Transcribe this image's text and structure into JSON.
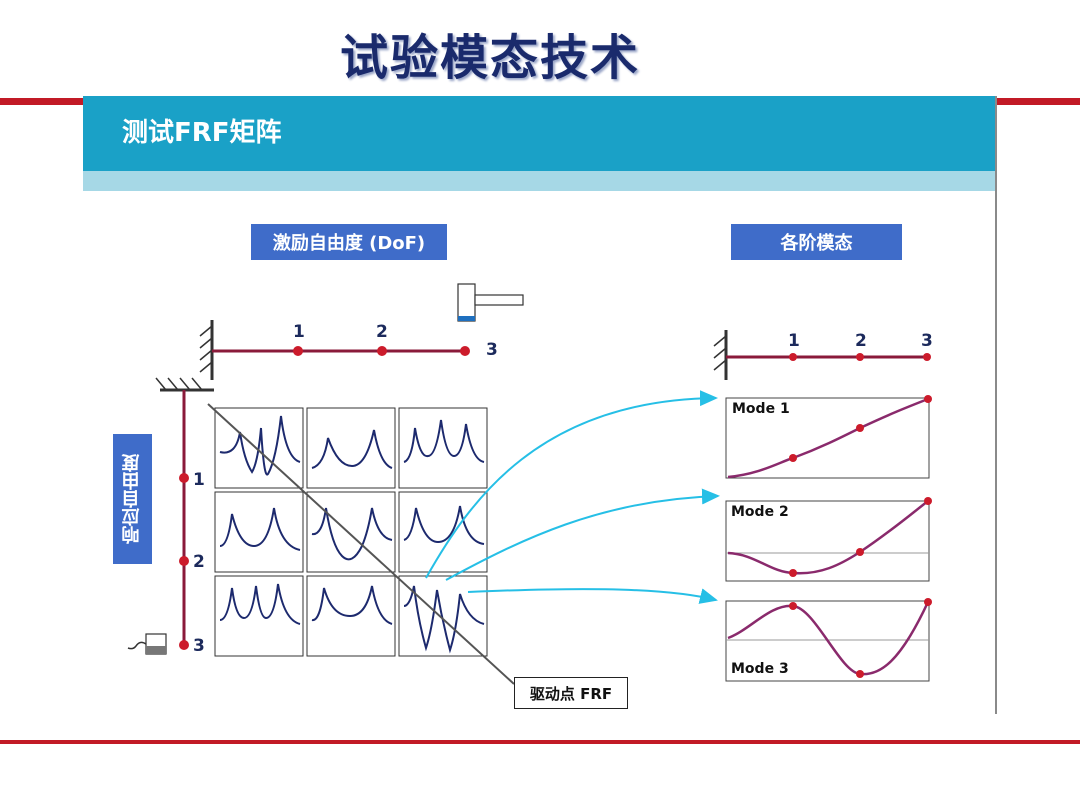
{
  "title": "试验模态技术",
  "subtitle": "测试FRF矩阵",
  "labels": {
    "excitation": "激励自由度 (DoF)",
    "response": "响应自由度",
    "modes": "各阶模态",
    "driving_point": "驱动点 FRF"
  },
  "excitation_dofs": [
    "1",
    "2",
    "3"
  ],
  "response_dofs": [
    "1",
    "2",
    "3"
  ],
  "mode_beam_dofs": [
    "1",
    "2",
    "3"
  ],
  "modes": [
    {
      "label": "Mode 1"
    },
    {
      "label": "Mode 2"
    },
    {
      "label": "Mode 3"
    }
  ],
  "colors": {
    "accent_red": "#c21a26",
    "header_blue": "#1aa1c7",
    "label_blue": "#3f6cc9",
    "frf_curve": "#1d2a6e",
    "mode_curve": "#8a2a6c",
    "arrow": "#26bfe6",
    "node": "#cc1b2b"
  }
}
